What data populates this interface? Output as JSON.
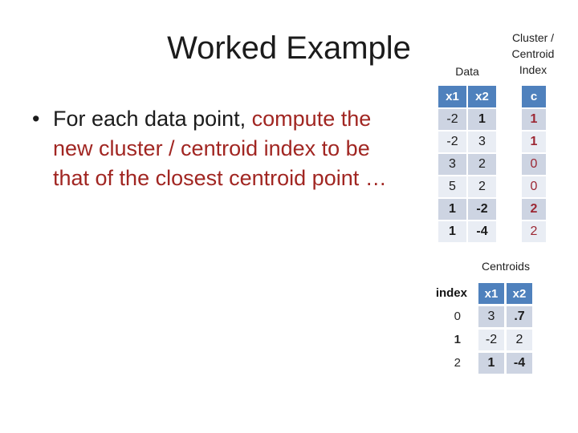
{
  "slide": {
    "title": "Worked Example",
    "bullet": {
      "marker": "•",
      "lines": [
        [
          {
            "text": "For each data point, ",
            "color": "black"
          },
          {
            "text": "compute the",
            "color": "red"
          }
        ],
        [
          {
            "text": "new cluster / centroid index to be",
            "color": "red"
          }
        ],
        [
          {
            "text": "that of the closest centroid point …",
            "color": "red"
          }
        ]
      ]
    }
  },
  "colors": {
    "header_blue": "#4F81BD",
    "band_dark": "#CDD4E2",
    "band_light": "#E9EDF4",
    "red_text": "#9C2733",
    "bullet_red": "#A12622",
    "ink": "#1B1B1B"
  },
  "data_table": {
    "label": "Data",
    "columns": [
      "x1",
      "x2"
    ],
    "rows": [
      {
        "cells": [
          "-2",
          "1"
        ],
        "bold": [
          false,
          true
        ]
      },
      {
        "cells": [
          "-2",
          "3"
        ],
        "bold": [
          false,
          false
        ]
      },
      {
        "cells": [
          "3",
          "2"
        ],
        "bold": [
          false,
          false
        ]
      },
      {
        "cells": [
          "5",
          "2"
        ],
        "bold": [
          false,
          false
        ]
      },
      {
        "cells": [
          "1",
          "-2"
        ],
        "bold": [
          true,
          true
        ]
      },
      {
        "cells": [
          "1",
          "-4"
        ],
        "bold": [
          true,
          true
        ]
      }
    ]
  },
  "cluster_table": {
    "label_lines": [
      "Cluster /",
      "Centroid",
      "Index"
    ],
    "columns": [
      "c"
    ],
    "rows": [
      {
        "cells": [
          "1"
        ],
        "bold": [
          true
        ]
      },
      {
        "cells": [
          "1"
        ],
        "bold": [
          true
        ]
      },
      {
        "cells": [
          "0"
        ],
        "bold": [
          false
        ]
      },
      {
        "cells": [
          "0"
        ],
        "bold": [
          false
        ]
      },
      {
        "cells": [
          "2"
        ],
        "bold": [
          true
        ]
      },
      {
        "cells": [
          "2"
        ],
        "bold": [
          false
        ]
      }
    ]
  },
  "centroids_table": {
    "label": "Centroids",
    "index_label": "index",
    "index_values": [
      "0",
      "1",
      "2"
    ],
    "index_bold": [
      false,
      true,
      false
    ],
    "columns": [
      "x1",
      "x2"
    ],
    "rows": [
      {
        "cells": [
          "3",
          ".7"
        ],
        "bold": [
          false,
          true
        ]
      },
      {
        "cells": [
          "-2",
          "2"
        ],
        "bold": [
          false,
          false
        ]
      },
      {
        "cells": [
          "1",
          "-4"
        ],
        "bold": [
          true,
          true
        ]
      }
    ]
  }
}
